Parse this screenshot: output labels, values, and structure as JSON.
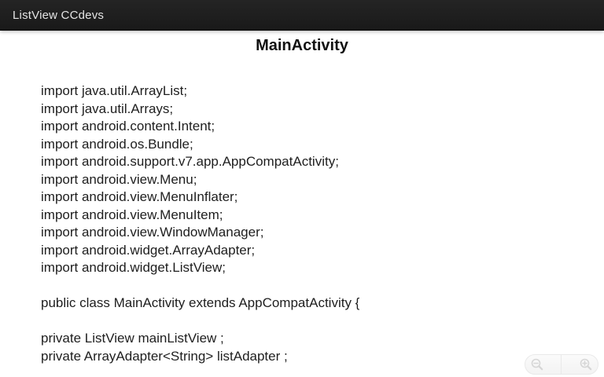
{
  "action_bar": {
    "title": "ListView CCdevs"
  },
  "heading": {
    "title": "MainActivity"
  },
  "code": {
    "lines": [
      "import java.util.ArrayList;",
      "import java.util.Arrays;",
      "import android.content.Intent;",
      "import android.os.Bundle;",
      "import android.support.v7.app.AppCompatActivity;",
      "import android.view.Menu;",
      "import android.view.MenuInflater;",
      "import android.view.MenuItem;",
      "import android.view.WindowManager;",
      "import android.widget.ArrayAdapter;",
      "import android.widget.ListView;",
      "",
      "public class MainActivity extends AppCompatActivity {",
      "",
      "private ListView mainListView ;",
      "private ArrayAdapter<String> listAdapter ;"
    ]
  },
  "zoom_controls": {
    "zoom_out_icon": "magnifier-minus",
    "zoom_in_icon": "magnifier-plus",
    "icon_color": "#d2d2d2"
  },
  "colors": {
    "action_bar_bg": "#1e1e1e",
    "action_bar_text": "#e4e4e4",
    "body_bg": "#ffffff",
    "code_text": "#1e1e1e",
    "heading_text": "#111111"
  }
}
